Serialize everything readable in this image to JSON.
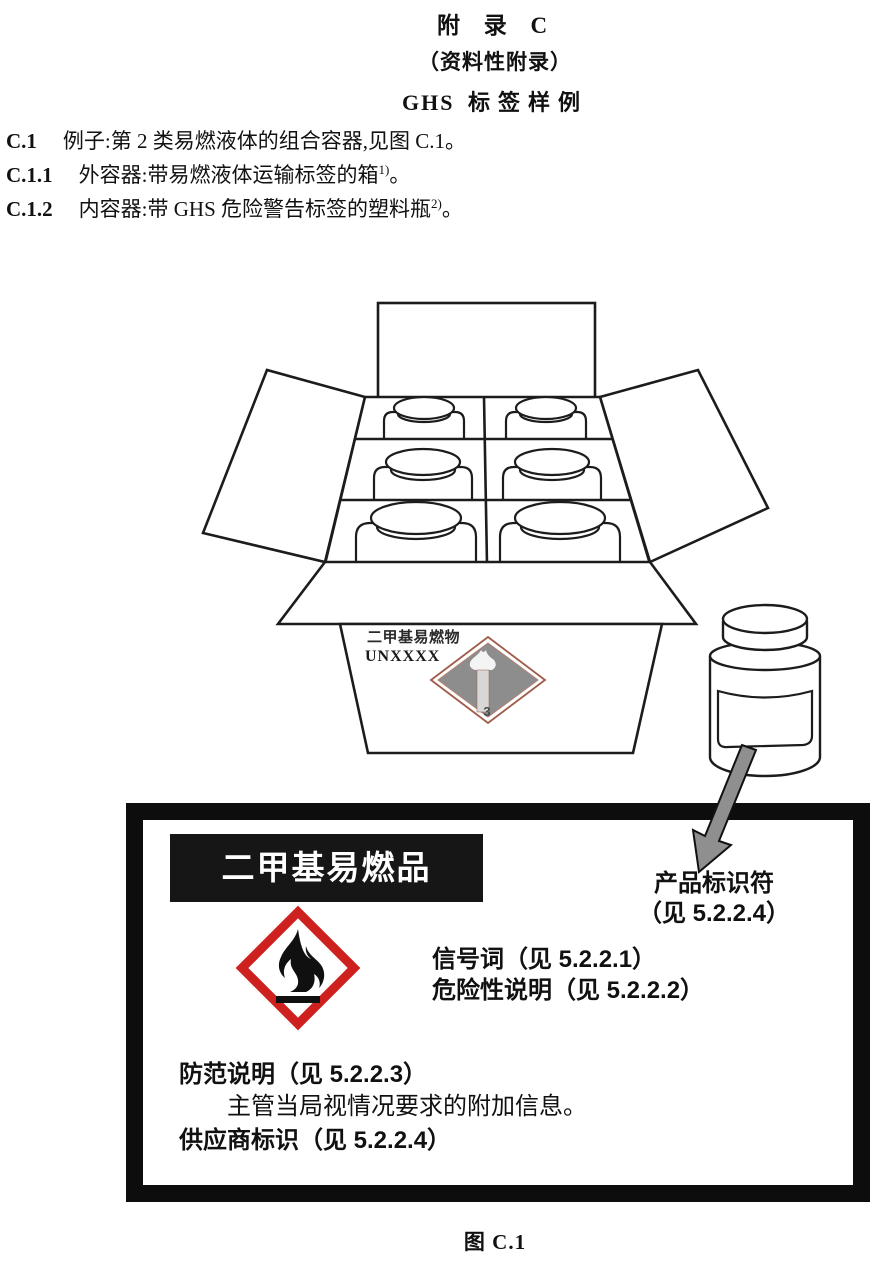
{
  "page": {
    "appendix_title": "附 录 C",
    "appendix_subtitle": "（资料性附录）",
    "appendix_heading_latin": "GHS",
    "appendix_heading_cjk": "标签样例",
    "figure_caption": "图 C.1"
  },
  "clauses": [
    {
      "num": "C.1",
      "text": "例子:第 2 类易燃液体的组合容器,见图 C.1。",
      "sup": "",
      "tail": ""
    },
    {
      "num": "C.1.1",
      "text": "外容器:带易燃液体运输标签的箱",
      "sup": "1)",
      "tail": "。"
    },
    {
      "num": "C.1.2",
      "text": "内容器:带 GHS 危险警告标签的塑料瓶",
      "sup": "2)",
      "tail": "。"
    }
  ],
  "carton": {
    "shipping_name": "二甲基易燃物",
    "un_number": "UNXXXX",
    "transport_label": {
      "icon": "flame-over-torch",
      "class_number": "3",
      "fill_color": "#8d8d8d",
      "border_color": "#9e5b47"
    }
  },
  "ghs_label": {
    "product_name": "二甲基易燃品",
    "pictogram": {
      "icon": "ghs-flame",
      "border_color": "#cf2020"
    },
    "signal_word_note": "信号词（见 5.2.2.1）",
    "hazard_statement_note": "危险性说明（见 5.2.2.2）",
    "product_identifier_line1": "产品标识符",
    "product_identifier_line2": "（见 5.2.2.4）",
    "precautionary_note": "防范说明（见 5.2.2.3）",
    "additional_info_note": "主管当局视情况要求的附加信息。",
    "supplier_note": "供应商标识（见 5.2.2.4）"
  },
  "colors": {
    "arrow_gray": "#8f8f8f",
    "line_black": "#1c1c1c",
    "ghs_red": "#cf2020"
  }
}
